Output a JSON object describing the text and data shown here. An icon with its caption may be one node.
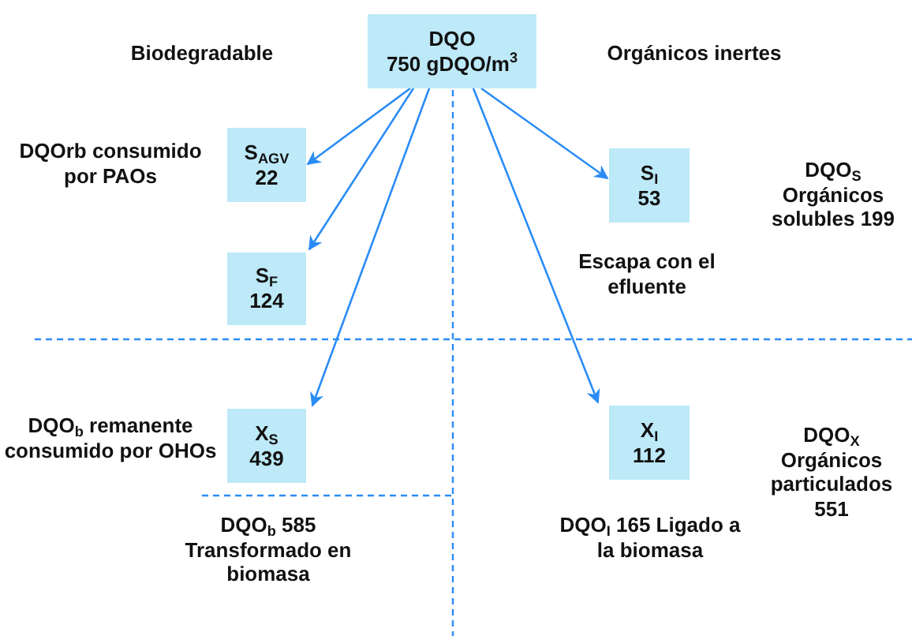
{
  "diagram": {
    "nodes": [
      {
        "text": [
          "DQO",
          "750 gDQO/m$^{3}$"
        ]
      },
      {
        "text": [
          "S$_{AGV}$",
          "22"
        ]
      },
      {
        "text": [
          "S$_{F}$",
          "124"
        ]
      },
      {
        "text": [
          "X$_{S}$",
          "439"
        ]
      },
      {
        "text": [
          "S$_{I}$",
          "53"
        ],
        "beside": [
          "Escapa con el efluente"
        ]
      },
      {
        "text": [
          "X$_{I}$",
          "112"
        ]
      }
    ],
    "edges": [
      {
        "from": 0,
        "to": 1,
        "arrow": "to"
      },
      {
        "from": 0,
        "to": 2,
        "arrow": "to"
      },
      {
        "from": 0,
        "to": 3,
        "arrow": "to"
      },
      {
        "from": 0,
        "to": 4,
        "arrow": "to"
      },
      {
        "from": 0,
        "to": 5,
        "arrow": "to"
      }
    ],
    "labels": [
      "Biodegradable",
      "Orgánicos inertes",
      "DQOrb consumido por PAOs",
      "DQO$_{S}$ Orgánicos solubles 199",
      "DQO$_{b}$ remanente consumido por OHOs",
      "DQO$_{X}$ Orgánicos particulados 551",
      "DQO$_{b}$ 585 Transformado en biomasa",
      "DQO$_{I}$ 165 Ligado a la biomasa"
    ]
  }
}
